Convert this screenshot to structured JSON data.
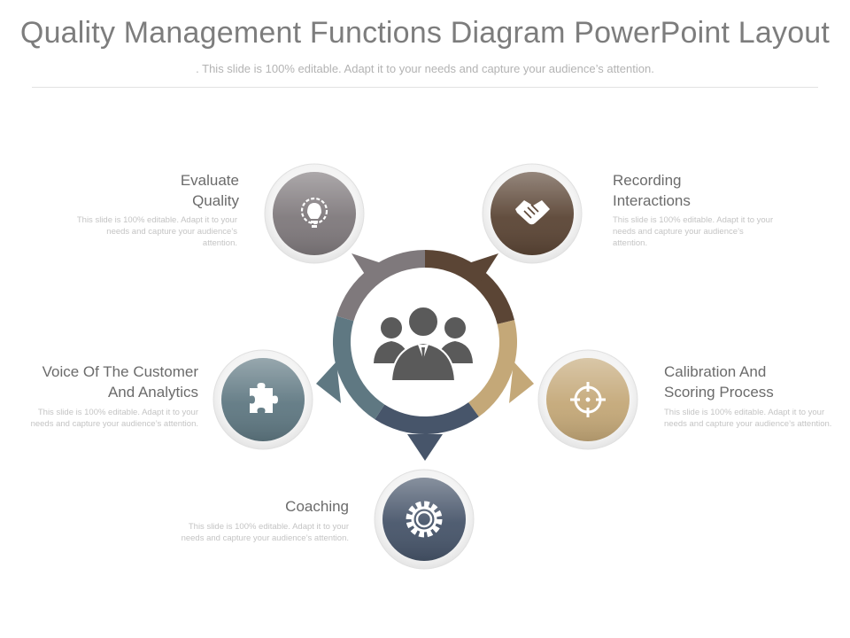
{
  "header": {
    "title": "Quality Management Functions Diagram PowerPoint Layout",
    "subtitle": ". This slide is 100% editable. Adapt it to your needs and capture your audience’s attention."
  },
  "colors": {
    "evaluate": "#7f797c",
    "recording": "#5b4535",
    "calibration": "#c4a878",
    "coaching": "#47556a",
    "voice": "#5f7882",
    "center_icon": "#5a5a5a"
  },
  "items": [
    {
      "key": "evaluate",
      "label_line1": "Evaluate",
      "label_line2": "Quality",
      "description": "This slide is 100% editable. Adapt it to your needs and capture your audience’s attention.",
      "icon": "lightbulb-gear-icon"
    },
    {
      "key": "recording",
      "label_line1": "Recording",
      "label_line2": "Interactions",
      "description": "This slide is 100% editable. Adapt it to your needs and capture your audience’s attention.",
      "icon": "handshake-icon"
    },
    {
      "key": "calibration",
      "label_line1": "Calibration And",
      "label_line2": "Scoring Process",
      "description": "This slide is 100% editable. Adapt it to your needs and capture your audience’s attention.",
      "icon": "crosshair-icon"
    },
    {
      "key": "coaching",
      "label_line1": "Coaching",
      "label_line2": "",
      "description": "This slide is 100% editable. Adapt it to your needs and capture your audience’s attention.",
      "icon": "gear-icon"
    },
    {
      "key": "voice",
      "label_line1": "Voice Of The Customer",
      "label_line2": "And Analytics",
      "description": "This slide is 100% editable. Adapt it to your needs and capture your audience’s attention.",
      "icon": "puzzle-icon"
    }
  ],
  "center": {
    "icon": "team-people-icon"
  }
}
